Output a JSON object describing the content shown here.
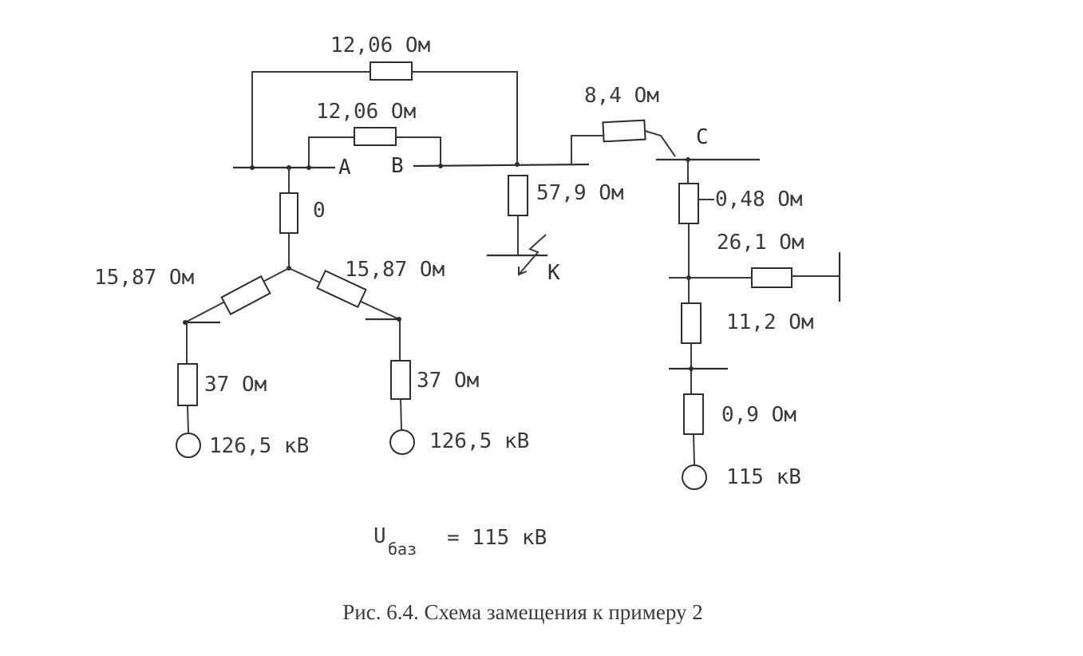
{
  "labels": {
    "r_top": "12,06 Ом",
    "r_ab": "12,06 Ом",
    "r_bc": "8,4 Ом",
    "node_a": "A",
    "node_b": "B",
    "node_c": "C",
    "r_zero": "0",
    "r_fault": "57,9 Ом",
    "fault_k": "K",
    "r_star_left": "15,87 Ом",
    "r_star_right": "15,87 Ом",
    "r_gen_left": "37 Ом",
    "r_gen_right": "37 Ом",
    "v_left": "126,5 кВ",
    "v_right": "126,5 кВ",
    "r_c1": "0,48 Ом",
    "r_branch": "26,1 Ом",
    "r_c2": "11,2 Ом",
    "r_c3": "0,9 Ом",
    "v_c": "115 кВ",
    "ubase_symbol": "U",
    "ubase_sub": "баз",
    "ubase_value": "= 115 кВ"
  },
  "caption": "Рис. 6.4.  Схема замещения к примеру 2"
}
